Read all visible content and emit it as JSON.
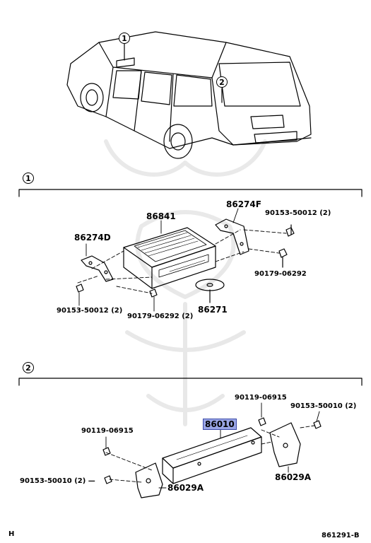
{
  "diagram": {
    "vehicle_callouts": [
      "1",
      "2"
    ],
    "section_1": {
      "callout": "1",
      "parts": {
        "p86841": "86841",
        "p86274F": "86274F",
        "p90153_50012_r": "90153-50012 (2)",
        "p86274D": "86274D",
        "p90179_06292_r": "90179-06292",
        "p90153_50012_l": "90153-50012 (2)",
        "p90179_06292_l": "90179-06292 (2)",
        "p86271": "86271"
      }
    },
    "section_2": {
      "callout": "2",
      "parts": {
        "p90119_06915_r": "90119-06915",
        "p90153_50010_r": "90153-50010 (2)",
        "p86010": "86010",
        "p90119_06915_l": "90119-06915",
        "p90153_50010_l": "90153-50010 (2) —",
        "p86029A_r": "86029A",
        "p86029A_l": "86029A"
      }
    },
    "footer": {
      "left": "H",
      "right": "861291-B"
    },
    "highlight_color": "#9aa6e6"
  }
}
